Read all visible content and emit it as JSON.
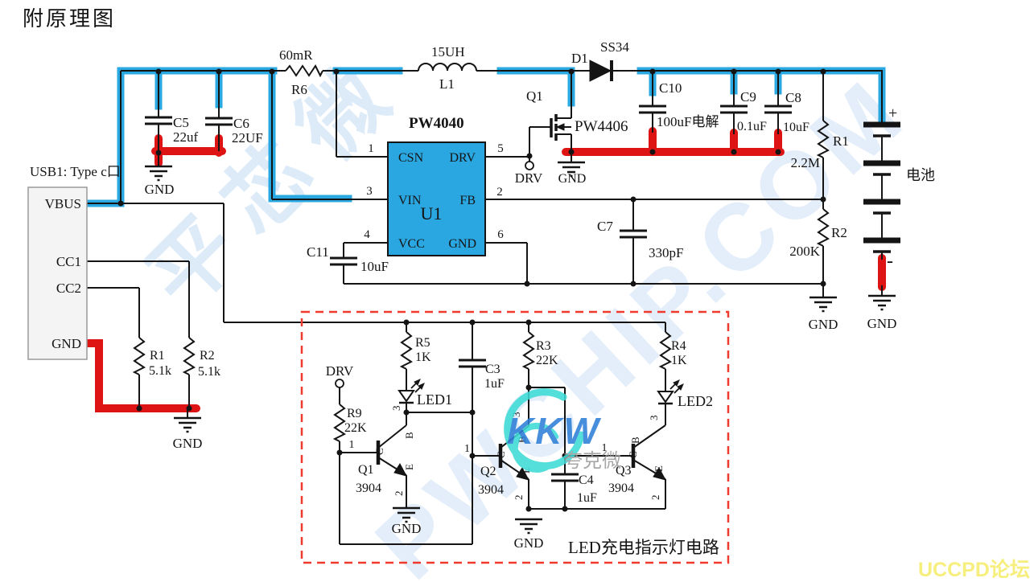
{
  "page": {
    "title": "附原理图",
    "forum": "UCCPD论坛"
  },
  "watermarks": {
    "brand": "平芯微",
    "site": "PWCHIP.COM",
    "kkw": "KKW",
    "kkw_cn": "夸克微"
  },
  "nets": {
    "gnd": "GND",
    "drv": "DRV"
  },
  "usb": {
    "label": "USB1: Type c口",
    "pins": {
      "vbus": "VBUS",
      "cc1": "CC1",
      "cc2": "CC2",
      "gnd": "GND"
    },
    "r1": {
      "ref": "R1",
      "value": "5.1k"
    },
    "r2": {
      "ref": "R2",
      "value": "5.1k"
    }
  },
  "main": {
    "r6": {
      "ref": "R6",
      "value": "60mR"
    },
    "l1": {
      "ref": "L1",
      "value": "15UH"
    },
    "d1": {
      "ref": "D1",
      "value": "SS34"
    },
    "q1": {
      "ref": "Q1",
      "part": "PW4406"
    },
    "u1": {
      "ref": "U1",
      "part": "PW4040",
      "pins": [
        {
          "num": "1",
          "name": "CSN"
        },
        {
          "num": "3",
          "name": "VIN"
        },
        {
          "num": "4",
          "name": "VCC"
        },
        {
          "num": "5",
          "name": "DRV"
        },
        {
          "num": "2",
          "name": "FB"
        },
        {
          "num": "6",
          "name": "GND"
        }
      ]
    },
    "c5": {
      "ref": "C5",
      "value": "22uf"
    },
    "c6": {
      "ref": "C6",
      "value": "22UF"
    },
    "c10": {
      "ref": "C10",
      "value": "100uF电解"
    },
    "c9": {
      "ref": "C9",
      "value": "0.1uF"
    },
    "c8": {
      "ref": "C8",
      "value": "10uF"
    },
    "c7": {
      "ref": "C7",
      "value": "330pF"
    },
    "c11": {
      "ref": "C11",
      "value": "10uF"
    },
    "r1": {
      "ref": "R1",
      "value": "2.2M"
    },
    "r2": {
      "ref": "R2",
      "value": "200K"
    },
    "battery": {
      "label": "电池",
      "plus": "+",
      "minus": "-"
    }
  },
  "led_box": {
    "title": "LED充电指示灯电路",
    "r5": {
      "ref": "R5",
      "value": "1K"
    },
    "r9": {
      "ref": "R9",
      "value": "22K"
    },
    "r3": {
      "ref": "R3",
      "value": "22K"
    },
    "r4": {
      "ref": "R4",
      "value": "1K"
    },
    "c3": {
      "ref": "C3",
      "value": "1uF"
    },
    "c4": {
      "ref": "C4",
      "value": "1uF"
    },
    "led1": {
      "ref": "LED1"
    },
    "led2": {
      "ref": "LED2"
    },
    "q1": {
      "ref": "Q1",
      "part": "3904"
    },
    "q2": {
      "ref": "Q2",
      "part": "3904"
    },
    "q3": {
      "ref": "Q3",
      "part": "3904"
    },
    "pins": {
      "b": "1",
      "e": "2",
      "c": "3"
    },
    "letters": {
      "b": "B",
      "c": "C",
      "e": "E"
    }
  }
}
